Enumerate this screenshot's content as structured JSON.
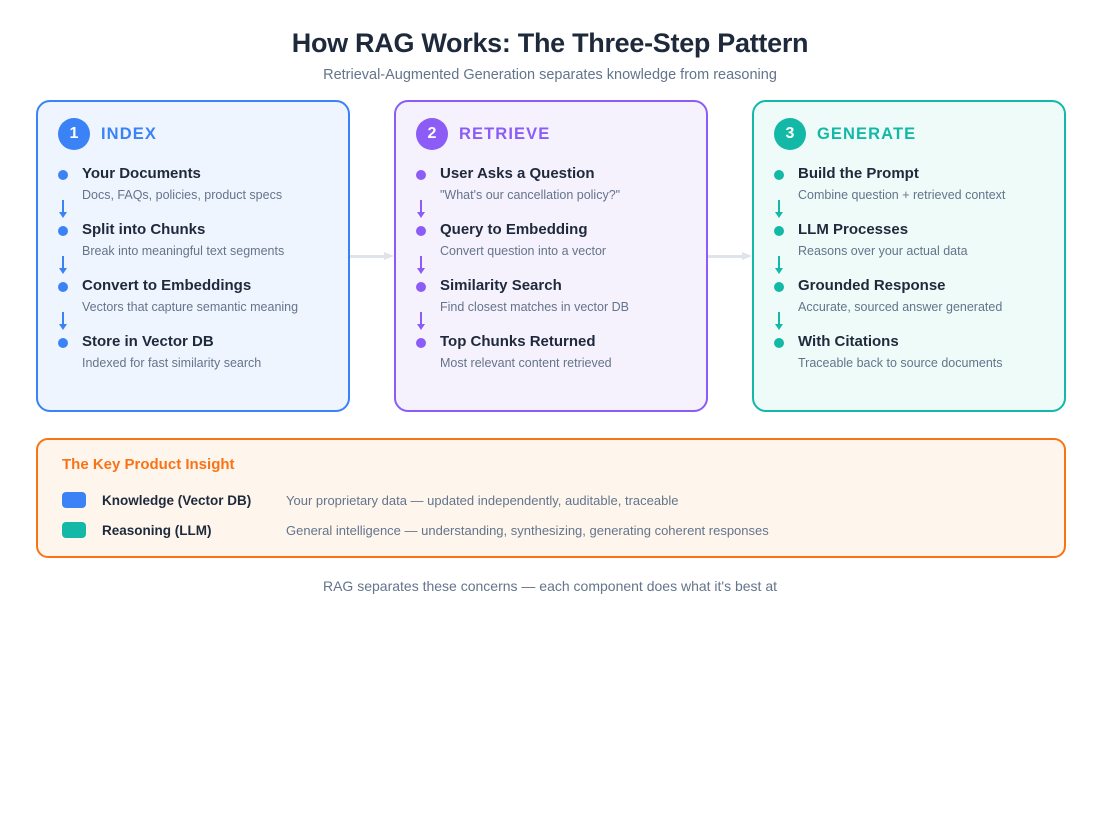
{
  "header": {
    "title": "How RAG Works: The Three-Step Pattern",
    "subtitle": "Retrieval-Augmented Generation separates knowledge from reasoning"
  },
  "colors": {
    "index": "#3b82f6",
    "retrieve": "#8b5cf6",
    "generate": "#14b8a6",
    "insight": "#f97316",
    "title": "#1e293b",
    "muted": "#64748b",
    "connector": "#dfe4ea"
  },
  "columns": [
    {
      "number": "1",
      "title": "INDEX",
      "key": "index",
      "steps": [
        {
          "label": "Your Documents",
          "desc": "Docs, FAQs, policies, product specs"
        },
        {
          "label": "Split into Chunks",
          "desc": "Break into meaningful text segments"
        },
        {
          "label": "Convert to Embeddings",
          "desc": "Vectors that capture semantic meaning"
        },
        {
          "label": "Store in Vector DB",
          "desc": "Indexed for fast similarity search"
        }
      ]
    },
    {
      "number": "2",
      "title": "RETRIEVE",
      "key": "retrieve",
      "steps": [
        {
          "label": "User Asks a Question",
          "desc": "\"What's our cancellation policy?\""
        },
        {
          "label": "Query to Embedding",
          "desc": "Convert question into a vector"
        },
        {
          "label": "Similarity Search",
          "desc": "Find closest matches in vector DB"
        },
        {
          "label": "Top Chunks Returned",
          "desc": "Most relevant content retrieved"
        }
      ]
    },
    {
      "number": "3",
      "title": "GENERATE",
      "key": "generate",
      "steps": [
        {
          "label": "Build the Prompt",
          "desc": "Combine question + retrieved context"
        },
        {
          "label": "LLM Processes",
          "desc": "Reasons over your actual data"
        },
        {
          "label": "Grounded Response",
          "desc": "Accurate, sourced answer generated"
        },
        {
          "label": "With Citations",
          "desc": "Traceable back to source documents"
        }
      ]
    }
  ],
  "insight": {
    "title": "The Key Product Insight",
    "rows": [
      {
        "swatch": "#3b82f6",
        "label": "Knowledge (Vector DB)",
        "desc": "Your proprietary data — updated independently, auditable, traceable"
      },
      {
        "swatch": "#14b8a6",
        "label": "Reasoning (LLM)",
        "desc": "General intelligence — understanding, synthesizing, generating coherent responses"
      }
    ]
  },
  "footer": {
    "text": "RAG separates these concerns — each component does what it's best at"
  }
}
